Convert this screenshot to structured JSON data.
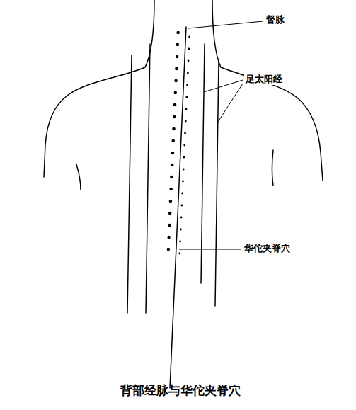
{
  "diagram": {
    "caption": "背部经脉与华佗夹脊穴",
    "labels": [
      "督脉",
      "足太阳经",
      "华佗夹脊穴"
    ]
  }
}
